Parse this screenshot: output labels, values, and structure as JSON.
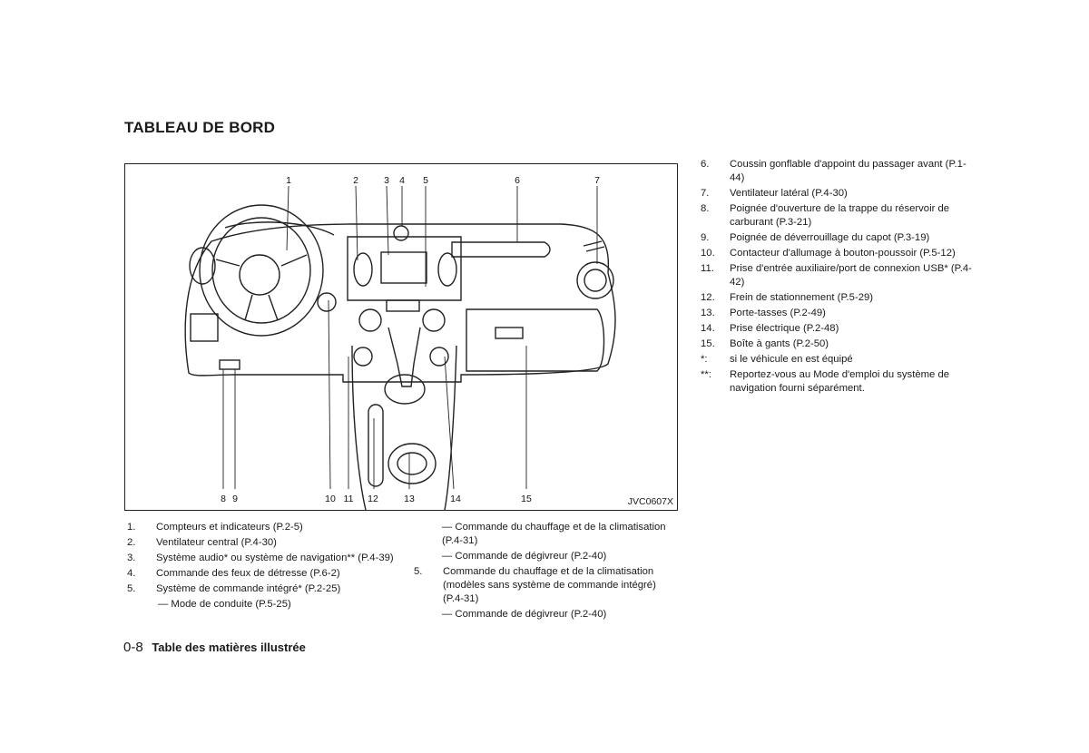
{
  "title": "TABLEAU DE BORD",
  "figure": {
    "code": "JVC0607X",
    "top_labels": [
      "1",
      "2",
      "3",
      "4",
      "5",
      "6",
      "7"
    ],
    "bottom_labels": [
      "8",
      "9",
      "10",
      "11",
      "12",
      "13",
      "14",
      "15"
    ]
  },
  "left_list": [
    {
      "num": "1.",
      "text": "Compteurs et indicateurs (P.2-5)"
    },
    {
      "num": "2.",
      "text": "Ventilateur central (P.4-30)"
    },
    {
      "num": "3.",
      "text": "Système audio* ou système de navigation** (P.4-39)"
    },
    {
      "num": "4.",
      "text": "Commande des feux de détresse (P.6-2)"
    },
    {
      "num": "5.",
      "text": "Système de commande intégré* (P.2-25)"
    },
    {
      "num": "",
      "text": "— Mode de conduite (P.5-25)"
    }
  ],
  "middle_list": [
    {
      "num": "",
      "text": "— Commande du chauffage et de la climatisation (P.4-31)"
    },
    {
      "num": "",
      "text": "— Commande de dégivreur (P.2-40)"
    },
    {
      "num": "5.",
      "text": "Commande du chauffage et de la climatisation (modèles sans système de commande intégré) (P.4-31)"
    },
    {
      "num": "",
      "text": "— Commande de dégivreur (P.2-40)"
    }
  ],
  "right_list": [
    {
      "num": "6.",
      "text": "Coussin gonflable d'appoint du passager avant (P.1-44)"
    },
    {
      "num": "7.",
      "text": "Ventilateur latéral (P.4-30)"
    },
    {
      "num": "8.",
      "text": "Poignée d'ouverture de la trappe du réservoir de carburant (P.3-21)"
    },
    {
      "num": "9.",
      "text": "Poignée de déverrouillage du capot (P.3-19)"
    },
    {
      "num": "10.",
      "text": "Contacteur d'allumage à bouton-poussoir (P.5-12)"
    },
    {
      "num": "11.",
      "text": "Prise d'entrée auxiliaire/port de connexion USB* (P.4-42)"
    },
    {
      "num": "12.",
      "text": "Frein de stationnement (P.5-29)"
    },
    {
      "num": "13.",
      "text": "Porte-tasses (P.2-49)"
    },
    {
      "num": "14.",
      "text": "Prise électrique (P.2-48)"
    },
    {
      "num": "15.",
      "text": "Boîte à gants (P.2-50)"
    },
    {
      "num": "*:",
      "text": "si le véhicule en est équipé"
    },
    {
      "num": "**:",
      "text": "Reportez-vous au Mode d'emploi du système de navigation fourni séparément."
    }
  ],
  "footer": {
    "page": "0-8",
    "section": "Table des matières illustrée"
  }
}
